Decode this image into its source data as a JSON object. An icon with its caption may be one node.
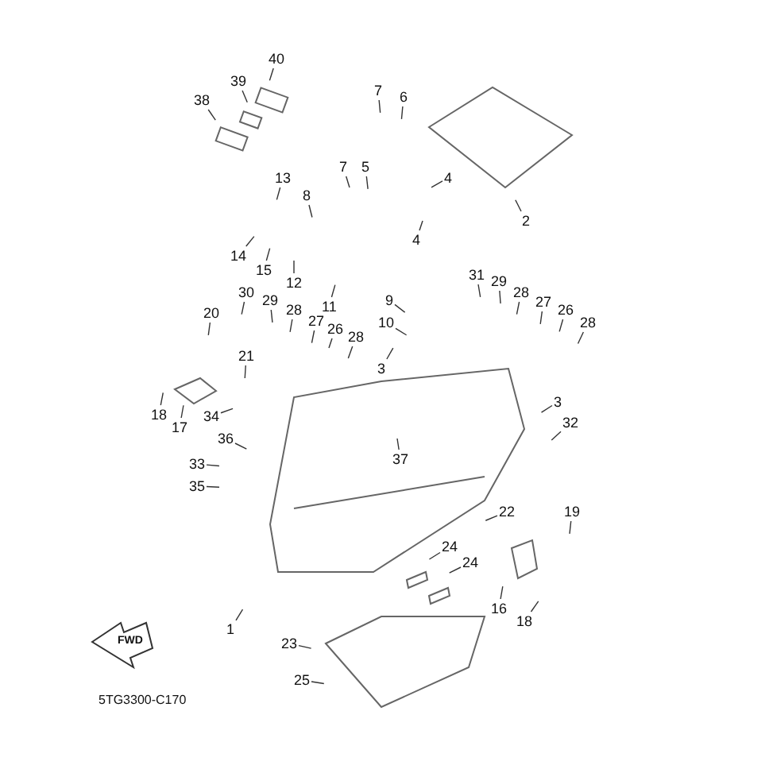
{
  "diagram": {
    "nodes": [
      {
        "text": [
          "40"
        ]
      },
      {
        "text": [
          "39"
        ]
      },
      {
        "text": [
          "38"
        ]
      },
      {
        "text": [
          "7"
        ]
      },
      {
        "text": [
          "6"
        ]
      },
      {
        "text": [
          "7"
        ]
      },
      {
        "text": [
          "5"
        ]
      },
      {
        "text": [
          "4"
        ]
      },
      {
        "text": [
          "2"
        ]
      },
      {
        "text": [
          "13"
        ]
      },
      {
        "text": [
          "8"
        ]
      },
      {
        "text": [
          "4"
        ]
      },
      {
        "text": [
          "14"
        ]
      },
      {
        "text": [
          "15"
        ]
      },
      {
        "text": [
          "12"
        ]
      },
      {
        "text": [
          "11"
        ]
      },
      {
        "text": [
          "31"
        ]
      },
      {
        "text": [
          "29"
        ]
      },
      {
        "text": [
          "28"
        ]
      },
      {
        "text": [
          "27"
        ]
      },
      {
        "text": [
          "26"
        ]
      },
      {
        "text": [
          "28"
        ]
      },
      {
        "text": [
          "30"
        ]
      },
      {
        "text": [
          "29"
        ]
      },
      {
        "text": [
          "28"
        ]
      },
      {
        "text": [
          "9"
        ]
      },
      {
        "text": [
          "27"
        ]
      },
      {
        "text": [
          "26"
        ]
      },
      {
        "text": [
          "20"
        ]
      },
      {
        "text": [
          "10"
        ]
      },
      {
        "text": [
          "28"
        ]
      },
      {
        "text": [
          "21"
        ]
      },
      {
        "text": [
          "3"
        ]
      },
      {
        "text": [
          "3"
        ]
      },
      {
        "text": [
          "18"
        ]
      },
      {
        "text": [
          "17"
        ]
      },
      {
        "text": [
          "32"
        ]
      },
      {
        "text": [
          "34"
        ]
      },
      {
        "text": [
          "36"
        ]
      },
      {
        "text": [
          "33"
        ]
      },
      {
        "text": [
          "35"
        ]
      },
      {
        "text": [
          "37"
        ]
      },
      {
        "text": [
          "22"
        ]
      },
      {
        "text": [
          "19"
        ]
      },
      {
        "text": [
          "24"
        ]
      },
      {
        "text": [
          "24"
        ]
      },
      {
        "text": [
          "16"
        ]
      },
      {
        "text": [
          "18"
        ]
      },
      {
        "text": [
          "1"
        ]
      },
      {
        "text": [
          "23"
        ]
      },
      {
        "text": [
          "25"
        ]
      }
    ],
    "edges": [
      {
        "from": 0,
        "to": null,
        "arrow": "none"
      },
      {
        "from": 1,
        "to": null,
        "arrow": "none"
      },
      {
        "from": 2,
        "to": null,
        "arrow": "none"
      },
      {
        "from": 3,
        "to": null,
        "arrow": "none"
      },
      {
        "from": 4,
        "to": null,
        "arrow": "none"
      },
      {
        "from": 5,
        "to": null,
        "arrow": "none"
      },
      {
        "from": 6,
        "to": null,
        "arrow": "none"
      },
      {
        "from": 7,
        "to": null,
        "arrow": "none"
      },
      {
        "from": 8,
        "to": null,
        "arrow": "none"
      },
      {
        "from": 9,
        "to": null,
        "arrow": "none"
      },
      {
        "from": 10,
        "to": null,
        "arrow": "none"
      },
      {
        "from": 11,
        "to": null,
        "arrow": "none"
      },
      {
        "from": 12,
        "to": null,
        "arrow": "none"
      },
      {
        "from": 13,
        "to": null,
        "arrow": "none"
      },
      {
        "from": 14,
        "to": null,
        "arrow": "none"
      },
      {
        "from": 15,
        "to": null,
        "arrow": "none"
      },
      {
        "from": 16,
        "to": null,
        "arrow": "none"
      },
      {
        "from": 17,
        "to": null,
        "arrow": "none"
      },
      {
        "from": 18,
        "to": null,
        "arrow": "none"
      },
      {
        "from": 19,
        "to": null,
        "arrow": "none"
      },
      {
        "from": 20,
        "to": null,
        "arrow": "none"
      },
      {
        "from": 21,
        "to": null,
        "arrow": "none"
      },
      {
        "from": 22,
        "to": null,
        "arrow": "none"
      },
      {
        "from": 23,
        "to": null,
        "arrow": "none"
      },
      {
        "from": 24,
        "to": null,
        "arrow": "none"
      },
      {
        "from": 25,
        "to": null,
        "arrow": "none"
      },
      {
        "from": 26,
        "to": null,
        "arrow": "none"
      },
      {
        "from": 27,
        "to": null,
        "arrow": "none"
      },
      {
        "from": 28,
        "to": null,
        "arrow": "none"
      },
      {
        "from": 29,
        "to": null,
        "arrow": "none"
      },
      {
        "from": 30,
        "to": null,
        "arrow": "none"
      },
      {
        "from": 31,
        "to": null,
        "arrow": "none"
      },
      {
        "from": 32,
        "to": null,
        "arrow": "none"
      },
      {
        "from": 33,
        "to": null,
        "arrow": "none"
      },
      {
        "from": 34,
        "to": null,
        "arrow": "none"
      },
      {
        "from": 35,
        "to": null,
        "arrow": "none"
      },
      {
        "from": 36,
        "to": null,
        "arrow": "none"
      },
      {
        "from": 37,
        "to": null,
        "arrow": "none"
      },
      {
        "from": 38,
        "to": null,
        "arrow": "none"
      },
      {
        "from": 39,
        "to": null,
        "arrow": "none"
      },
      {
        "from": 40,
        "to": null,
        "arrow": "none"
      },
      {
        "from": 41,
        "to": null,
        "arrow": "none"
      },
      {
        "from": 42,
        "to": null,
        "arrow": "none"
      },
      {
        "from": 43,
        "to": null,
        "arrow": "none"
      },
      {
        "from": 44,
        "to": null,
        "arrow": "none"
      },
      {
        "from": 45,
        "to": null,
        "arrow": "none"
      },
      {
        "from": 46,
        "to": null,
        "arrow": "none"
      },
      {
        "from": 47,
        "to": null,
        "arrow": "none"
      },
      {
        "from": 48,
        "to": null,
        "arrow": "none"
      },
      {
        "from": 49,
        "to": null,
        "arrow": "none"
      },
      {
        "from": 50,
        "to": null,
        "arrow": "none"
      }
    ],
    "labels": [
      "FWD",
      "5TG3300-C170"
    ]
  }
}
